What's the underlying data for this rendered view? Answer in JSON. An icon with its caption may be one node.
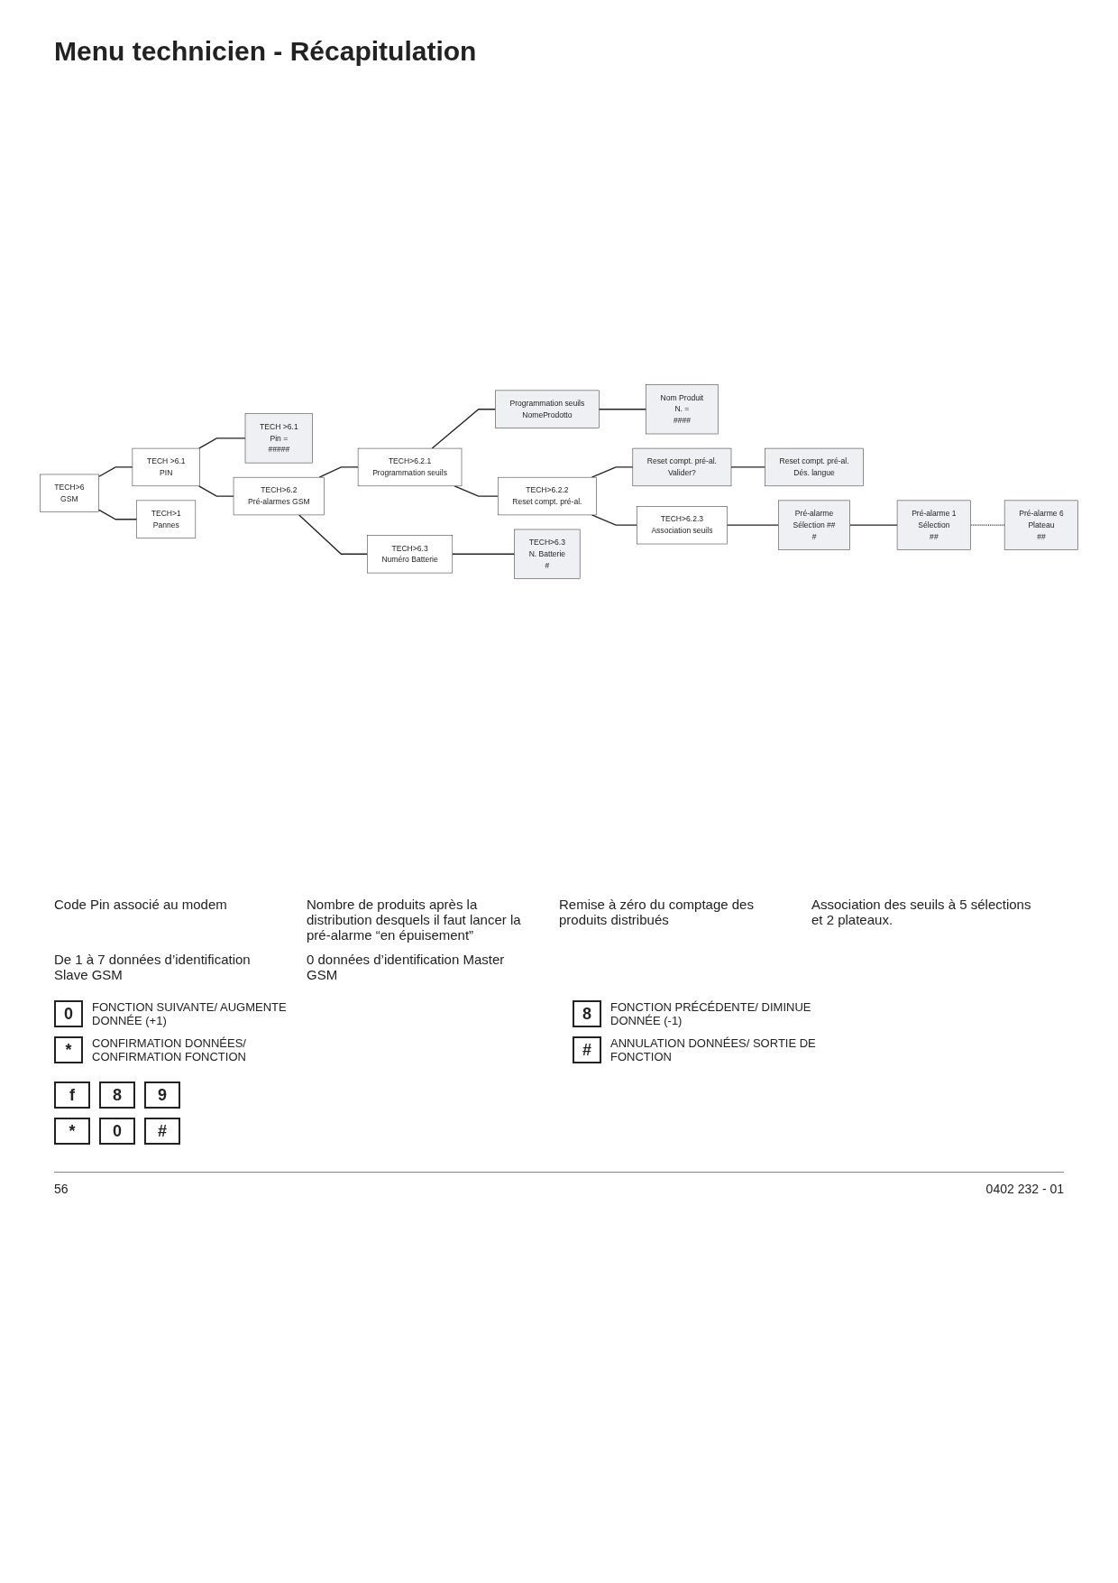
{
  "diagram": {
    "title": "Menu technicien - Récapitulation",
    "nodes": [
      {
        "text": [
          "TECH>6",
          "GSM"
        ]
      },
      {
        "text": [
          "TECH >6.1",
          "PIN"
        ]
      },
      {
        "text": [
          "TECH >6.1",
          "Pin =",
          "#####"
        ]
      },
      {
        "text": [
          "TECH>6.2",
          "Pré-alarmes GSM"
        ]
      },
      {
        "text": [
          "TECH>6.2.1",
          "Programmation seuils"
        ]
      },
      {
        "text": [
          "Programmation seuils",
          "NomeProdotto"
        ]
      },
      {
        "text": [
          "Nom Produit",
          "N. =",
          "####"
        ]
      },
      {
        "text": [
          "TECH>6.2.2",
          "Reset compt. pré-al."
        ]
      },
      {
        "text": [
          "Reset compt. pré-al.",
          "Valider?"
        ]
      },
      {
        "text": [
          "Reset compt. pré-al.",
          "Dés. langue"
        ]
      },
      {
        "text": [
          "TECH>6.2.3",
          "Association seuils"
        ]
      },
      {
        "text": [
          "Pré-alarme",
          "Sélection ##",
          "#"
        ]
      },
      {
        "text": [
          "Pré-alarme 1",
          "Sélection",
          "##"
        ]
      },
      {
        "text": [
          "Pré-alarme 6",
          "Plateau",
          "##"
        ]
      },
      {
        "text": [
          "TECH>6.3",
          "Numéro Batterie"
        ]
      },
      {
        "text": [
          "TECH>6.3",
          "N. Batterie",
          "#"
        ]
      },
      {
        "text": [
          "TECH>1",
          "Pannes"
        ]
      }
    ],
    "edges": [
      {
        "from": 0,
        "to": 1,
        "arrow": "none"
      },
      {
        "from": 1,
        "to": 2,
        "arrow": "none"
      },
      {
        "from": 1,
        "to": 3,
        "arrow": "none"
      },
      {
        "from": 3,
        "to": 4,
        "arrow": "none"
      },
      {
        "from": 4,
        "to": 5,
        "arrow": "none"
      },
      {
        "from": 5,
        "to": 6,
        "arrow": "none"
      },
      {
        "from": 4,
        "to": 7,
        "arrow": "none"
      },
      {
        "from": 7,
        "to": 8,
        "arrow": "none"
      },
      {
        "from": 8,
        "to": 9,
        "arrow": "none"
      },
      {
        "from": 7,
        "to": 10,
        "arrow": "none"
      },
      {
        "from": 10,
        "to": 11,
        "arrow": "none"
      },
      {
        "from": 11,
        "to": 12,
        "arrow": "none"
      },
      {
        "from": 12,
        "to": 13,
        "arrow": "none",
        "style": "dashed"
      },
      {
        "from": 3,
        "to": 14,
        "arrow": "none"
      },
      {
        "from": 14,
        "to": 15,
        "arrow": "none"
      },
      {
        "from": 0,
        "to": 16,
        "arrow": "none"
      }
    ],
    "labels": [
      "Code Pin associé au modem",
      "Nombre de produits après la distribution desquels il faut lancer la pré-alarme “en épuisement”",
      "Remise à zéro du comptage des produits distribués",
      "Association des seuils à 5 sélections et 2 plateaux.",
      "De 1 à 7 données d’identification Slave GSM",
      "0 données d’identification Master GSM",
      "0",
      "8",
      "*",
      "#",
      "f",
      "8",
      "9",
      "*",
      "0",
      "#",
      "56",
      "0402 232 - 01"
    ],
    "legend": [
      {
        "text": "FONCTION SUIVANTE/ AUGMENTE DONNÉE (+1)"
      },
      {
        "text": "FONCTION PRÉCÉDENTE/ DIMINUE DONNÉE (-1)"
      },
      {
        "text": "CONFIRMATION DONNÉES/ CONFIRMATION FONCTION"
      },
      {
        "text": "ANNULATION DONNÉES/ SORTIE DE FONCTION"
      }
    ]
  }
}
